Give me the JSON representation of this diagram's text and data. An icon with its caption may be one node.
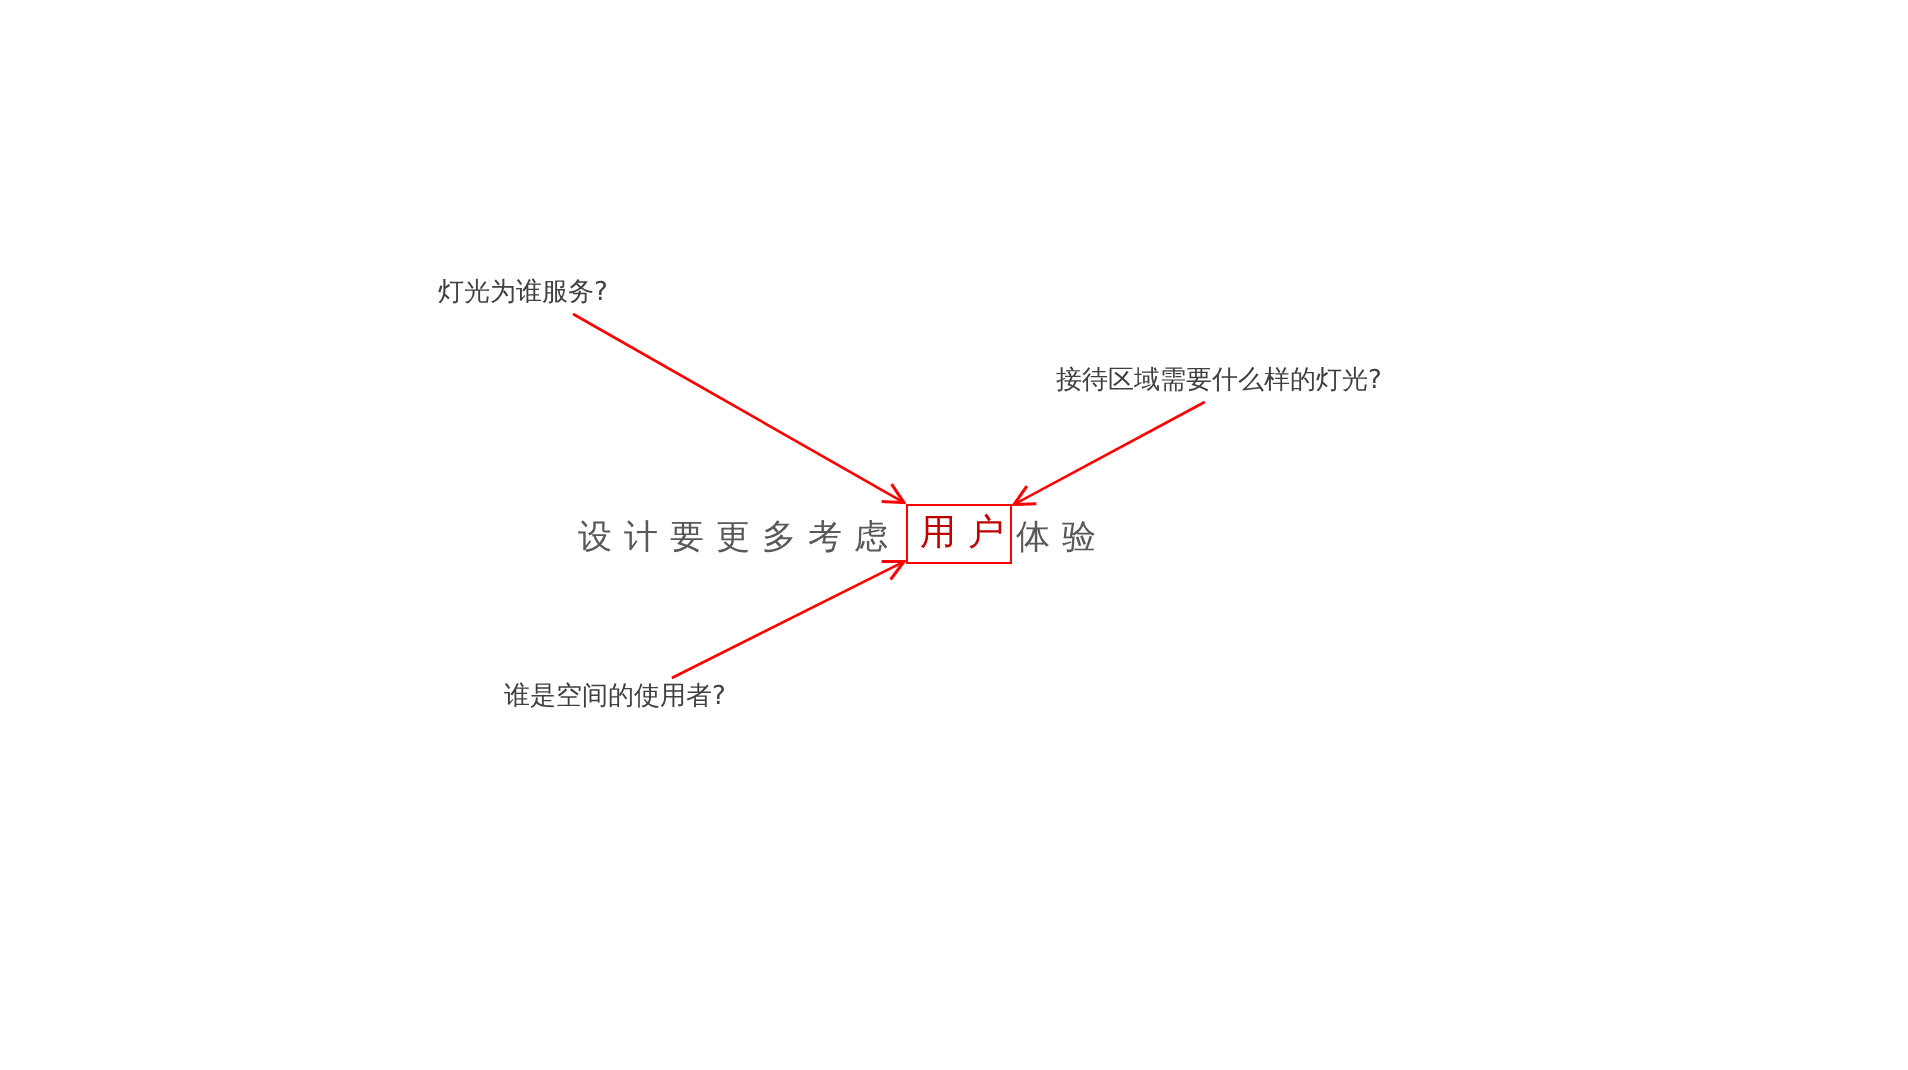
{
  "diagram": {
    "nodes": [
      {
        "text": [
          "灯光为谁服务?"
        ]
      },
      {
        "text": [
          "接待区域需要什么样的灯光?"
        ]
      },
      {
        "text": [
          "谁是空间的使用者?"
        ]
      },
      {
        "text": [
          "用户"
        ]
      }
    ],
    "edges": [
      {
        "from": 0,
        "to": 3,
        "arrow": "to"
      },
      {
        "from": 1,
        "to": 3,
        "arrow": "to"
      },
      {
        "from": 2,
        "to": 3,
        "arrow": "to"
      }
    ],
    "labels": [
      "设计要更多考虑",
      "体验"
    ]
  }
}
